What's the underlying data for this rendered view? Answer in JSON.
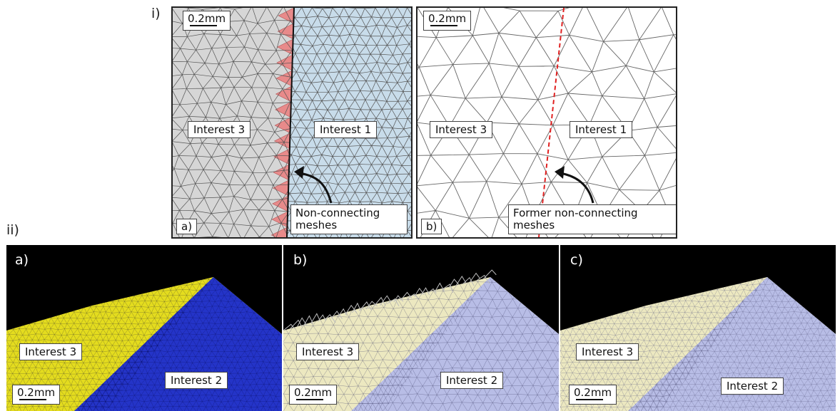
{
  "figure": {
    "section_i_label": "i)",
    "section_ii_label": "ii)",
    "scale_label": "0.2mm",
    "top_panels": [
      {
        "corner": "a)",
        "left_label": "Interest 3",
        "right_label": "Interest 1",
        "annotation": "Non-connecting meshes"
      },
      {
        "corner": "b)",
        "left_label": "Interest 3",
        "right_label": "Interest 1",
        "annotation": "Former non-connecting meshes"
      }
    ],
    "bottom_panels": [
      {
        "corner": "a)",
        "left_label": "Interest 3",
        "right_label": "Interest 2"
      },
      {
        "corner": "b)",
        "left_label": "Interest 3",
        "right_label": "Interest 2"
      },
      {
        "corner": "c)",
        "left_label": "Interest 3",
        "right_label": "Interest 2"
      }
    ],
    "colors": {
      "interest1_fill": "#c8dcea",
      "interest3_fill": "#d6d6d6",
      "overlap_red": "#e88a8a",
      "boundary_dashed": "#e02020",
      "yellow_region": "#e4dc1e",
      "blue_region": "#2434c8",
      "pale_yellow_region": "#ece8c0",
      "pale_blue_region": "#b8bde6"
    }
  }
}
